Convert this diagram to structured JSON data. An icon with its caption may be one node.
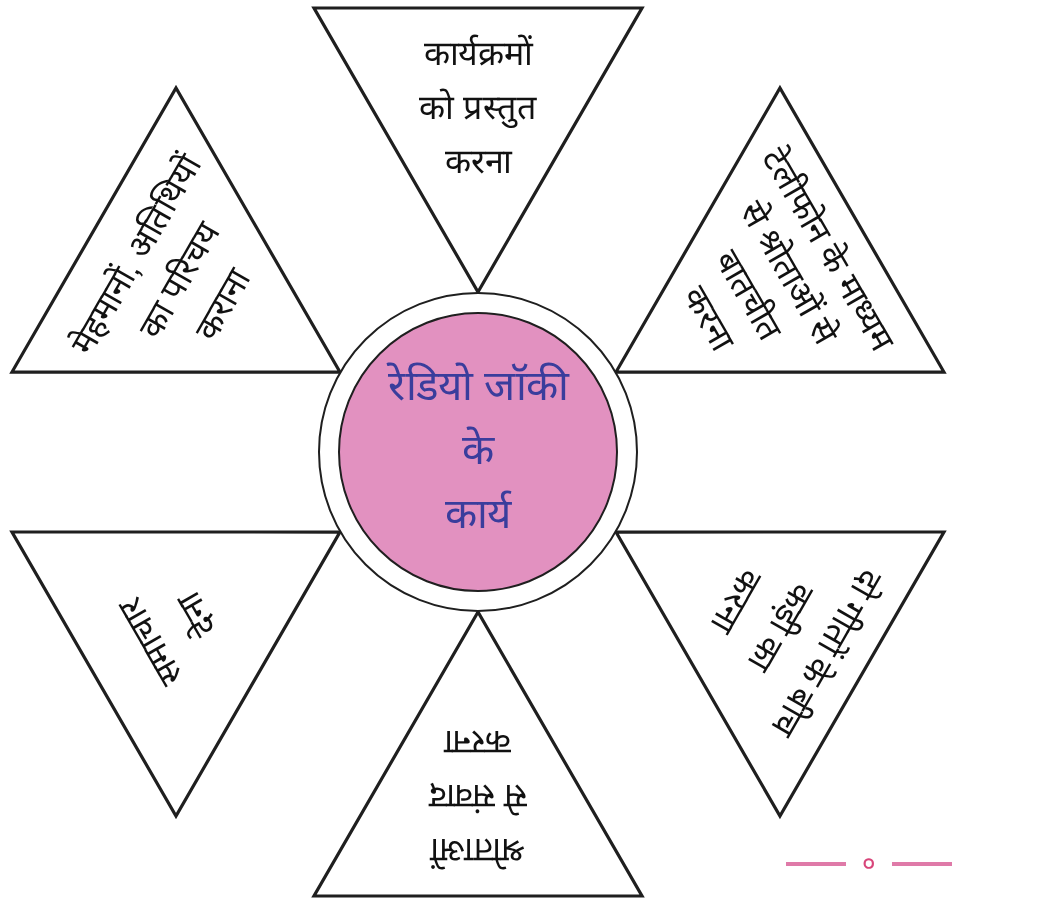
{
  "diagram": {
    "nodes": [
      {
        "text": [
          "रेडियो जॉकी के कार्य"
        ]
      },
      {
        "text": [
          "कार्यक्रमों को प्रस्तुत करना"
        ]
      },
      {
        "text": [
          "टेलीफोन के माध्यम से श्रोताओं से बातचीत करना"
        ]
      },
      {
        "text": [
          "दो गीतों के बीच कड़ी का करना"
        ]
      },
      {
        "text": [
          "श्रोताओं से संवाद करना"
        ]
      },
      {
        "text": [
          "समाचार देना"
        ]
      },
      {
        "text": [
          "मेहमानों, अतिथियों का परिचय कराना"
        ]
      }
    ],
    "labels": [
      "०"
    ]
  }
}
